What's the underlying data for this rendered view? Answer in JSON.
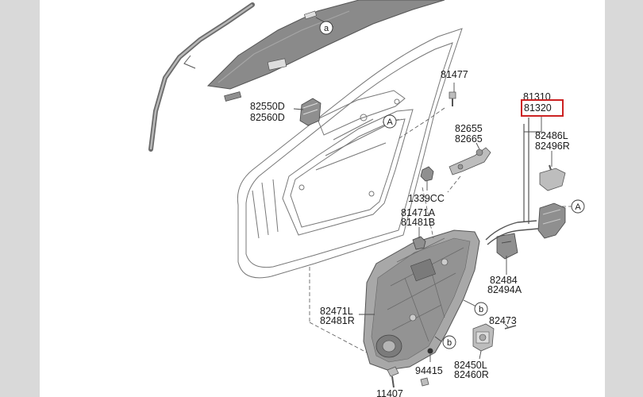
{
  "part_labels": {
    "p81477": "81477",
    "p81310": "81310",
    "p81320": "81320",
    "p82550D": "82550D",
    "p82560D": "82560D",
    "p82655": "82655",
    "p82665": "82665",
    "p82486L": "82486L",
    "p82496R": "82496R",
    "p1339CC": "1339CC",
    "p81471A": "81471A",
    "p81481B": "81481B",
    "p82484": "82484",
    "p82494A": "82494A",
    "p82471L": "82471L",
    "p82481R": "82481R",
    "p82473": "82473",
    "p94415": "94415",
    "p82450L": "82450L",
    "p82460R": "82460R",
    "p11407": "11407"
  },
  "callouts": {
    "a1": "a",
    "A1": "A",
    "A2": "A",
    "b1": "b",
    "b2": "b"
  },
  "highlight_color": "#cc2222"
}
